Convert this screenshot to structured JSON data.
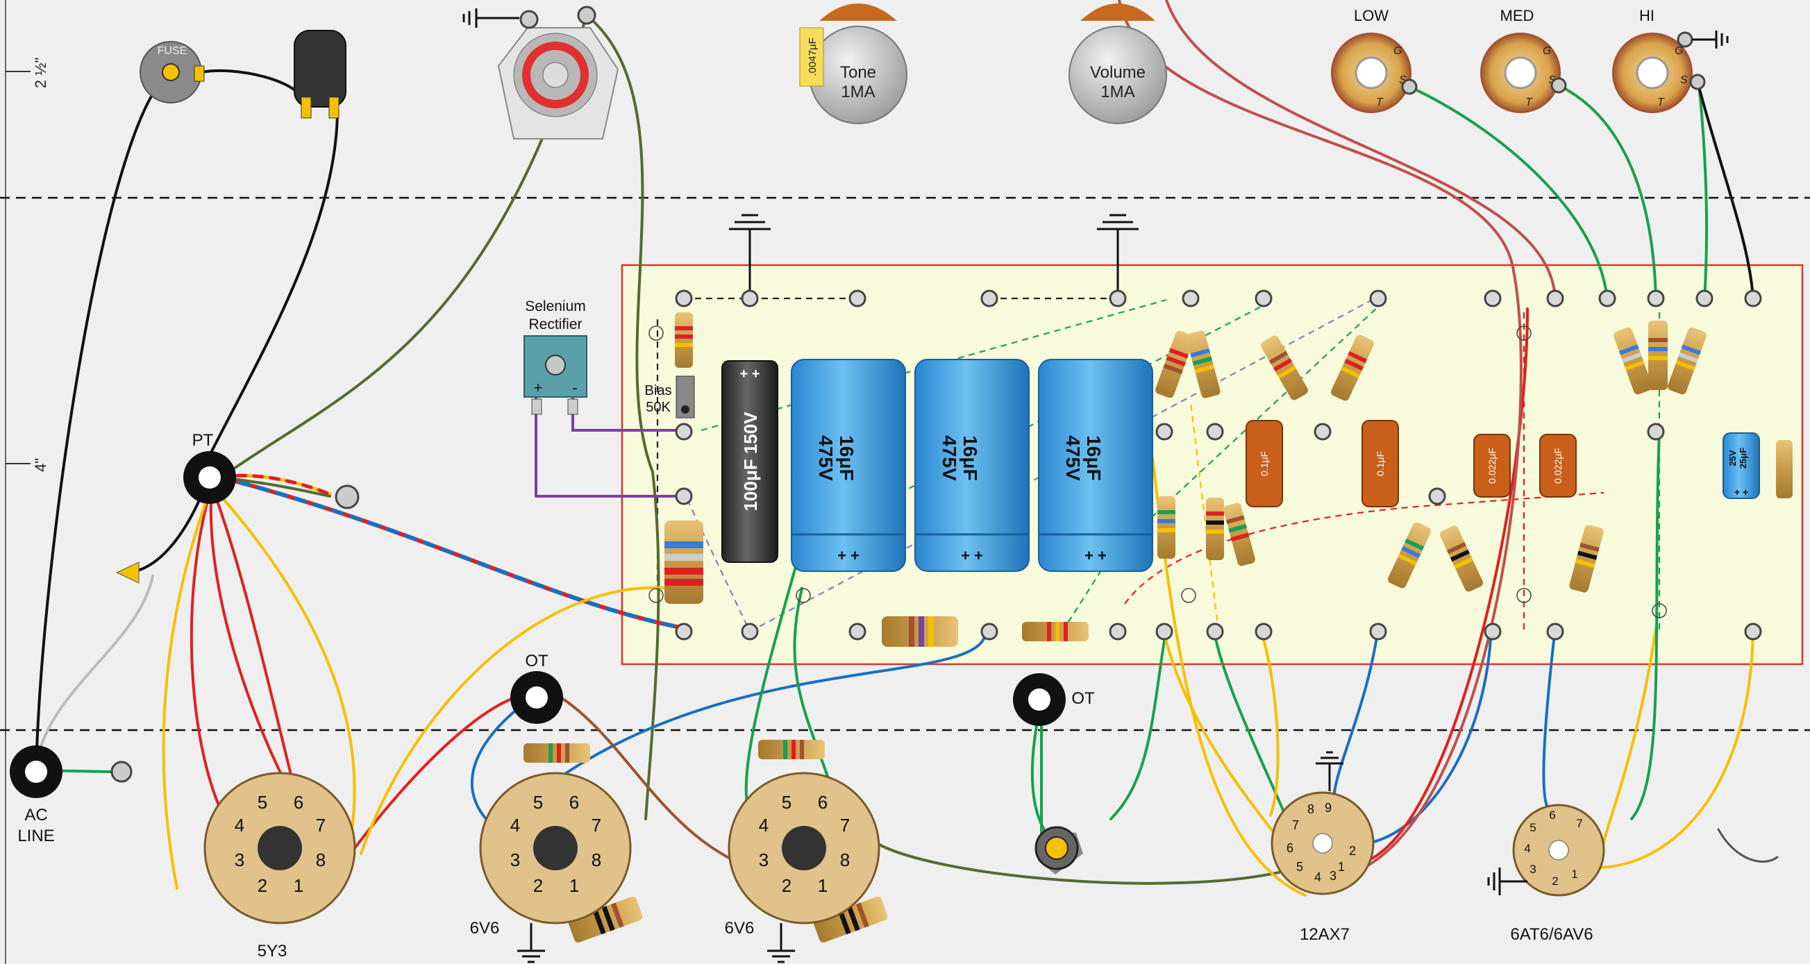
{
  "scale": {
    "mark_2_5": "2 ½\"",
    "mark_4": "4\""
  },
  "fuse": {
    "label": "FUSE"
  },
  "pt": {
    "label": "PT"
  },
  "ac_line": {
    "line1": "AC",
    "line2": "LINE"
  },
  "rectifier": {
    "line1": "Selenium",
    "line2": "Rectifier",
    "plus": "+",
    "minus": "-"
  },
  "bias": {
    "line1": "Bias",
    "line2": "50K"
  },
  "tone_pot": {
    "name": "Tone",
    "value": "1MA",
    "cap_value": ".0047μF"
  },
  "volume_pot": {
    "name": "Volume",
    "value": "1MA"
  },
  "jacks": [
    {
      "label": "LOW",
      "tip": "T",
      "sleeve": "S",
      "ground": "G"
    },
    {
      "label": "MED",
      "tip": "T",
      "sleeve": "S",
      "ground": "G"
    },
    {
      "label": "HI",
      "tip": "T",
      "sleeve": "S",
      "ground": "G"
    }
  ],
  "caps": {
    "c100": "100μF 150V",
    "c100_pol": "+ +",
    "filter": [
      {
        "l1": "16μF",
        "l2": "475V",
        "pol": "+ +"
      },
      {
        "l1": "16μF",
        "l2": "475V",
        "pol": "+ +"
      },
      {
        "l1": "16μF",
        "l2": "475V",
        "pol": "+ +"
      }
    ],
    "coupling": [
      "0.1μF",
      "0.1μF",
      "0.022μF",
      "0.022μF"
    ],
    "bypass": {
      "l1": "25μF",
      "l2": "25V",
      "pol": "+ +"
    }
  },
  "ot": {
    "label1": "OT",
    "label2": "OT"
  },
  "tubes": {
    "rect": {
      "label": "5Y3",
      "pins": [
        "1",
        "2",
        "3",
        "4",
        "5",
        "6",
        "7",
        "8"
      ]
    },
    "power1": {
      "label": "6V6",
      "pins": [
        "1",
        "2",
        "3",
        "4",
        "5",
        "6",
        "7",
        "8"
      ]
    },
    "power2": {
      "label": "6V6",
      "pins": [
        "1",
        "2",
        "3",
        "4",
        "5",
        "6",
        "7",
        "8"
      ]
    },
    "pre1": {
      "label": "12AX7",
      "pins": [
        "1",
        "2",
        "3",
        "4",
        "5",
        "6",
        "7",
        "8",
        "9"
      ]
    },
    "pre2": {
      "label": "6AT6/6AV6",
      "pins": [
        "1",
        "2",
        "3",
        "4",
        "5",
        "6",
        "7"
      ]
    }
  },
  "colors": {
    "board": "#f7fadb",
    "board_border": "#e03030",
    "wire_red": "#e02020",
    "wire_yellow": "#f5c000",
    "wire_green": "#18a050",
    "wire_blue": "#1a6fc0",
    "wire_olive": "#556b2f",
    "wire_brown": "#a0522d",
    "wire_purple": "#7b3fa0",
    "wire_black": "#111111",
    "cap_blue": "#3a9be0",
    "cap_orange": "#c8601a",
    "socket_tan": "#e0c28a"
  }
}
